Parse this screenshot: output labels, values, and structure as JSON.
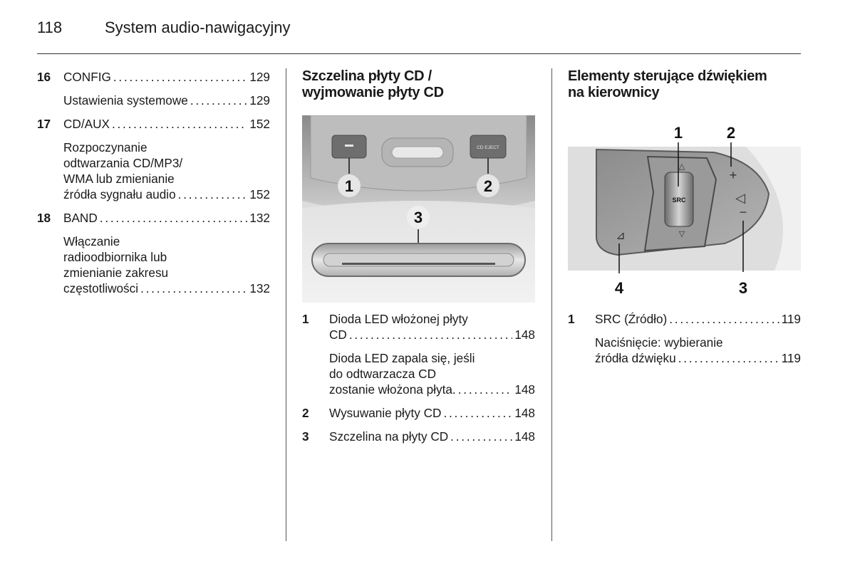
{
  "header": {
    "page_number": "118",
    "title": "System audio-nawigacyjny"
  },
  "col1": {
    "entries": [
      {
        "num": "16",
        "lines": [
          {
            "text": "CONFIG",
            "page": "129"
          }
        ]
      },
      {
        "num": "",
        "lines": [
          {
            "text": "Ustawienia systemowe",
            "page": "129"
          }
        ]
      },
      {
        "num": "17",
        "lines": [
          {
            "text": "CD/AUX",
            "page": "152"
          }
        ]
      },
      {
        "num": "",
        "lines": [
          {
            "text": "Rozpoczynanie"
          },
          {
            "text": "odtwarzania CD/MP3/"
          },
          {
            "text": "WMA lub zmienianie"
          },
          {
            "text": "źródła sygnału audio",
            "page": "152"
          }
        ]
      },
      {
        "num": "18",
        "lines": [
          {
            "text": "BAND",
            "page": "132"
          }
        ]
      },
      {
        "num": "",
        "lines": [
          {
            "text": "Włączanie"
          },
          {
            "text": "radioodbiornika lub"
          },
          {
            "text": "zmienianie zakresu"
          },
          {
            "text": "częstotliwości",
            "page": "132"
          }
        ]
      }
    ]
  },
  "col2": {
    "heading_line1": "Szczelina płyty CD /",
    "heading_line2": "wyjmowanie płyty CD",
    "figure": {
      "callouts": [
        "1",
        "2",
        "3"
      ],
      "button_label": "CD EJECT"
    },
    "entries": [
      {
        "num": "1",
        "lines": [
          {
            "text": "Dioda LED włożonej płyty"
          },
          {
            "text": "CD",
            "page": "148"
          }
        ]
      },
      {
        "num": "",
        "lines": [
          {
            "text": "Dioda LED zapala się, jeśli"
          },
          {
            "text": "do odtwarzacza CD"
          },
          {
            "text": "zostanie włożona płyta.",
            "page": "148"
          }
        ]
      },
      {
        "num": "2",
        "lines": [
          {
            "text": "Wysuwanie płyty CD",
            "page": "148"
          }
        ]
      },
      {
        "num": "3",
        "lines": [
          {
            "text": "Szczelina na płyty CD",
            "page": "148"
          }
        ]
      }
    ]
  },
  "col3": {
    "heading_line1": "Elementy sterujące dźwiękiem",
    "heading_line2": "na kierownicy",
    "figure": {
      "callouts": [
        "1",
        "2",
        "3",
        "4"
      ],
      "wheel_label": "SRC"
    },
    "entries": [
      {
        "num": "1",
        "lines": [
          {
            "text": "SRC (Źródło)",
            "page": "119"
          }
        ]
      },
      {
        "num": "",
        "lines": [
          {
            "text": "Naciśnięcie: wybieranie"
          },
          {
            "text": "źródła dźwięku",
            "page": "119"
          }
        ]
      }
    ]
  },
  "colors": {
    "text": "#1a1a1a",
    "figure_bg": "#d9d9d9"
  }
}
